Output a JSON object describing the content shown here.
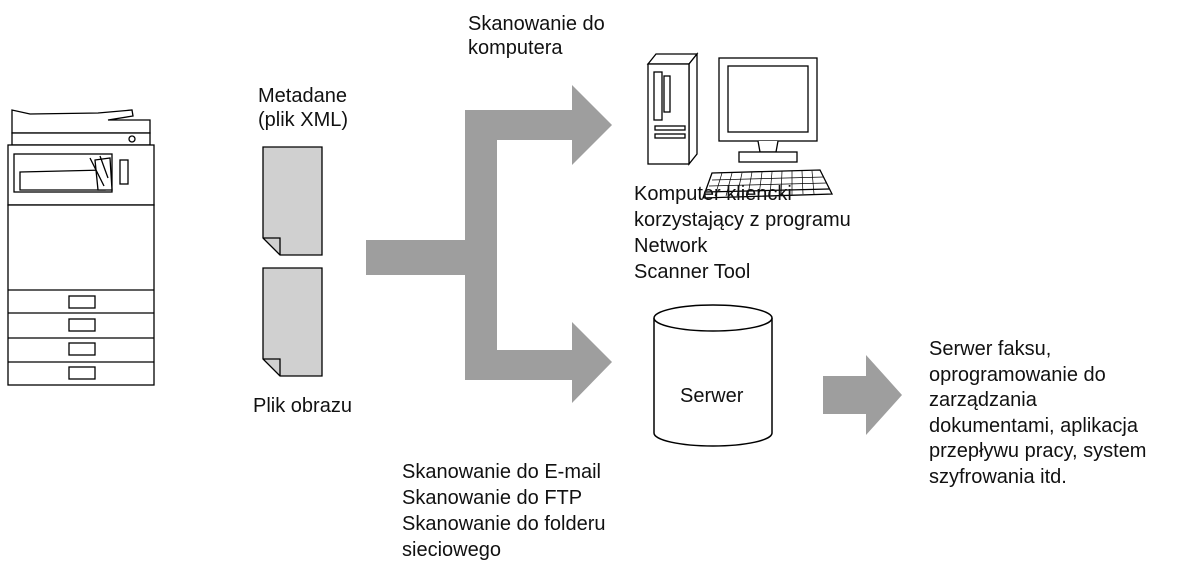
{
  "labels": {
    "scan_to_pc": [
      "Skanowanie do",
      "komputera"
    ],
    "metadata": [
      "Metadane",
      "(plik XML)"
    ],
    "image_file": "Plik obrazu",
    "client_pc": [
      "Komputer kliencki",
      "korzystający z programu",
      "Network",
      "Scanner Tool"
    ],
    "server": "Serwer",
    "destinations": [
      "Serwer faksu,",
      "oprogramowanie do",
      "zarządzania",
      "dokumentami, aplikacja",
      "przepływu pracy, system",
      "szyfrowania itd."
    ],
    "scan_modes": [
      "Skanowanie do E-mail",
      "Skanowanie do FTP",
      "Skanowanie do folderu",
      "sieciowego"
    ]
  },
  "colors": {
    "arrow": "#9e9e9e",
    "document_fill": "#d0d0d0",
    "outline": "#000000"
  }
}
